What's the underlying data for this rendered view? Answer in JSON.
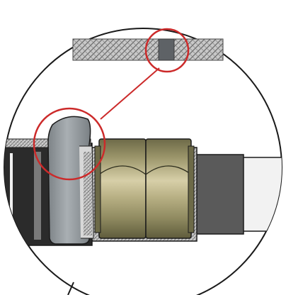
{
  "diagram": {
    "kind": "magnified cross-section detail",
    "parts": [
      "braided-shield-strip",
      "shield-gap-section",
      "cable-jacket",
      "insulating-sleeve",
      "crimp-ferrule-left",
      "crimp-ferrule-right",
      "braid-layer",
      "inner-insulation",
      "conductor-end"
    ],
    "callouts": [
      "callout-circle-top",
      "callout-circle-sleeve",
      "callout-leader-line"
    ],
    "colors": {
      "outline": "#1a1a1a",
      "accent": "#cc2a2a",
      "braid_fill": "#bdbdbd",
      "jacket_dark": "#2b2b2b",
      "sleeve_grey": "#9aa0a4",
      "ferrule_brass": "#8f8a60",
      "ferrule_highlight": "#cfc7a0",
      "inner_grey": "#5a5a5a",
      "conductor_white": "#f2f2f2"
    }
  }
}
